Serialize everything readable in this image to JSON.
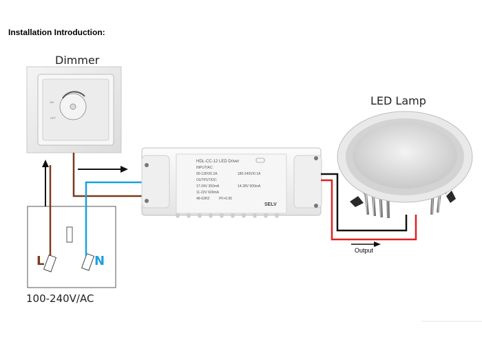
{
  "heading": "Installation Introduction:",
  "dimmer": {
    "label": "Dimmer",
    "mark_on": "ON",
    "mark_off": "OFF"
  },
  "led_lamp": {
    "label": "LED Lamp"
  },
  "supply": {
    "voltage": "100-240V/AC",
    "live_label": "L",
    "neutral_label": "N"
  },
  "driver": {
    "model": "HDL-CC-12 LED Driver",
    "input_header": "INPUT/AC:",
    "input_line_1": "90-130V/0.2A",
    "input_line_2": "180-240V/0.1A",
    "output_header": "OUTPUT/DC:",
    "output_line_1": "17-24V 350mA",
    "output_line_2": "14-28V 500mA",
    "output_line_3": "11-22V 600mA",
    "freq": "48-63HZ",
    "pf": "PF>0.95",
    "mark_selv": "SELV"
  },
  "output_label": "Output",
  "colors": {
    "live_wire": "#7a3a1c",
    "neutral_wire": "#1aa0e0",
    "output_positive": "#e02020",
    "output_negative": "#111111",
    "label_live": "#7a3a1c",
    "label_neutral": "#1aa0e0"
  }
}
